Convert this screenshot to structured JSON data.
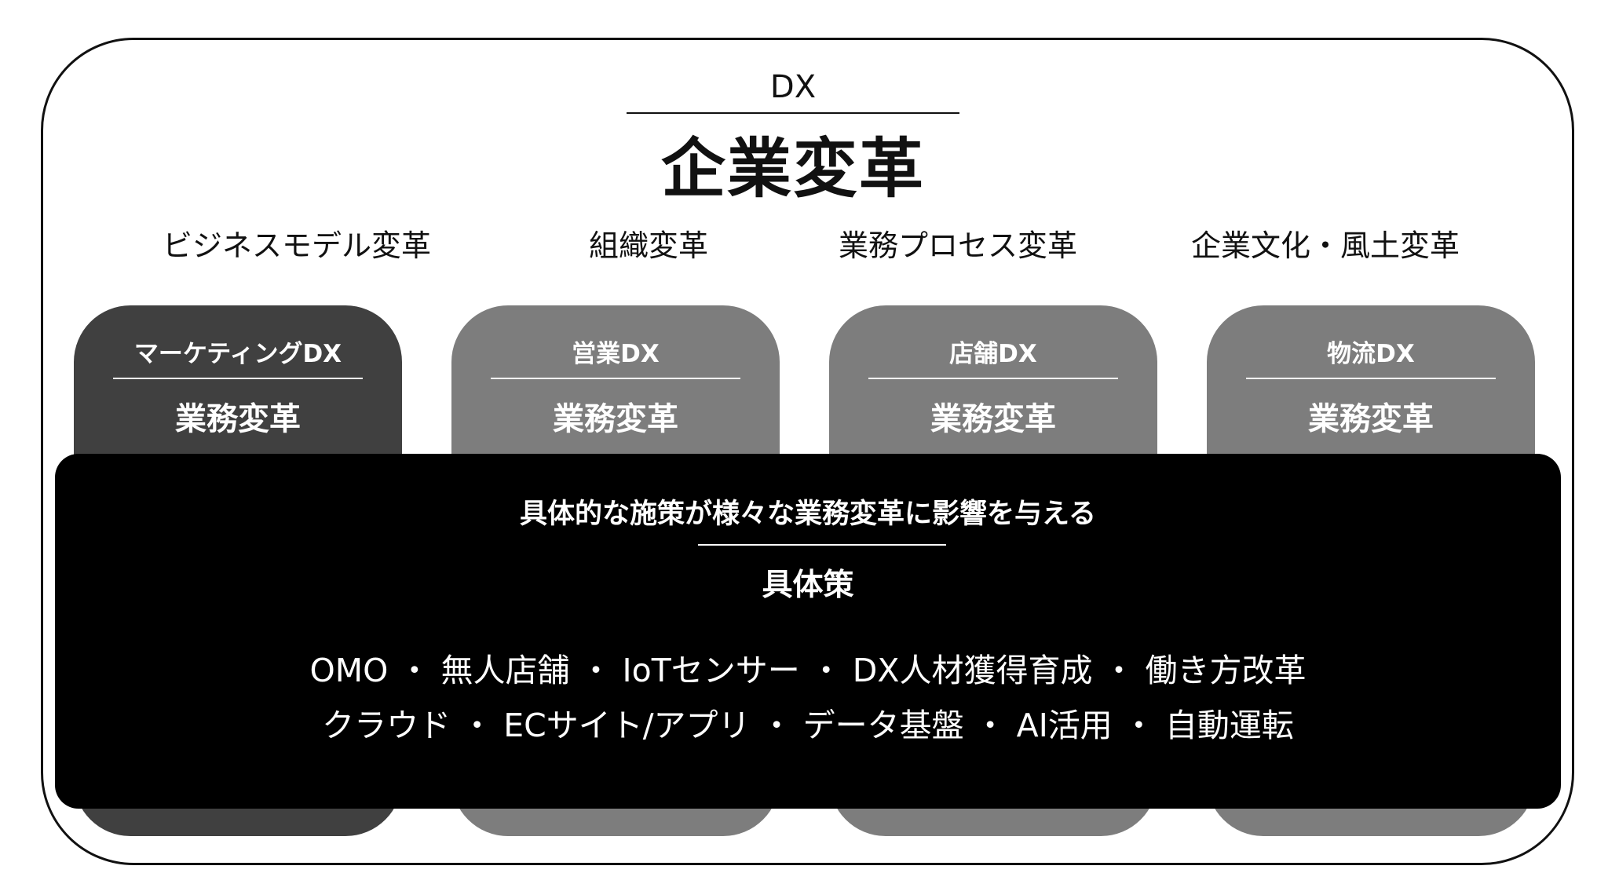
{
  "header": {
    "dx_label": "DX",
    "title": "企業変革"
  },
  "areas": [
    "ビジネスモデル変革",
    "組織変革",
    "業務プロセス変革",
    "企業文化・風土変革"
  ],
  "departments": [
    {
      "name": "マーケティングDX",
      "sub": "業務変革"
    },
    {
      "name": "営業DX",
      "sub": "業務変革"
    },
    {
      "name": "店舗DX",
      "sub": "業務変革"
    },
    {
      "name": "物流DX",
      "sub": "業務変革"
    }
  ],
  "measures": {
    "heading": "具体的な施策が様々な業務変革に影響を与える",
    "title": "具体策",
    "line1": "OMO ・ 無人店舗 ・ IoTセンサー ・ DX人材獲得育成 ・ 働き方改革",
    "line2": "クラウド ・ ECサイト/アプリ ・ データ基盤 ・ AI活用 ・ 自動運転"
  },
  "colors": {
    "highlight_card": "#404040",
    "card": "#7d7d7d",
    "measures_box": "#000000"
  }
}
